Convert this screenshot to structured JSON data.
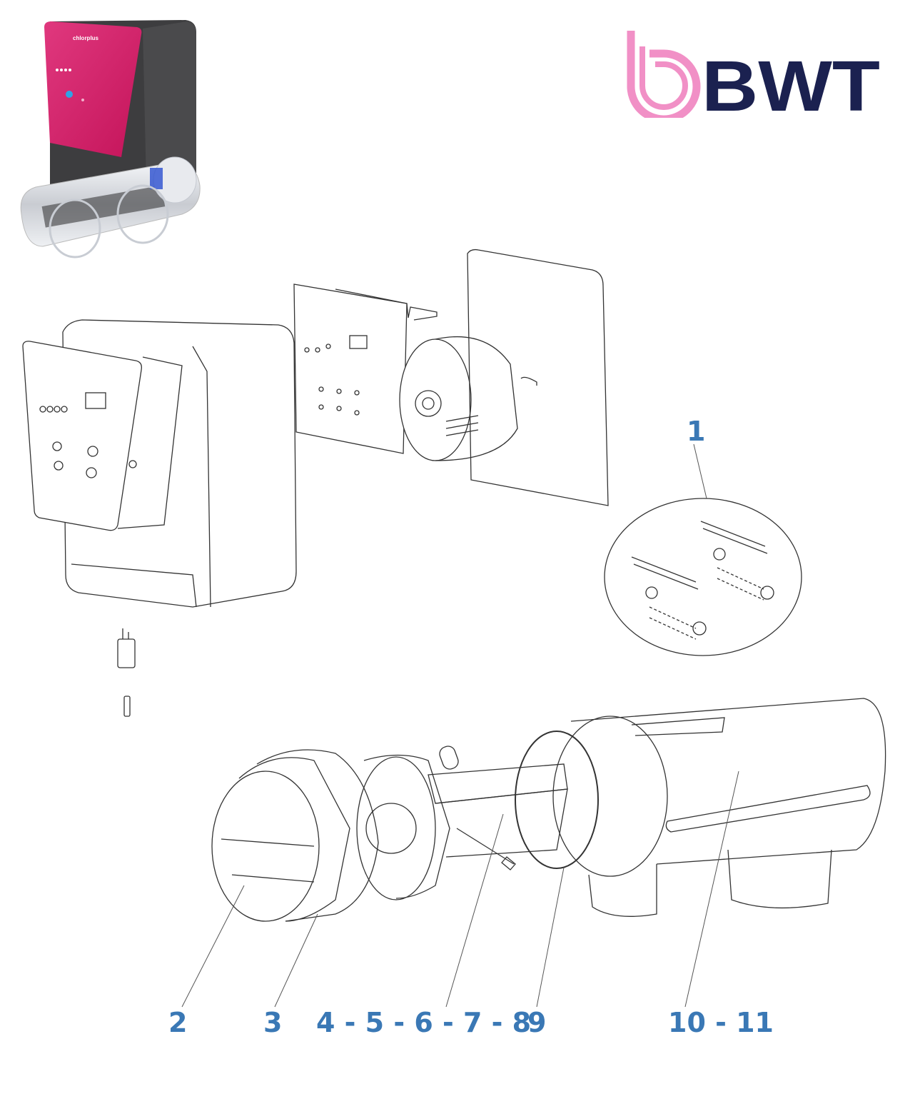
{
  "brand": {
    "logo_text": "BWT",
    "colors": {
      "navy": "#1b2150",
      "pink": "#f190c6"
    }
  },
  "product_photo": {
    "label": "chlorplus",
    "panel_color": "#d81b6a"
  },
  "callouts": {
    "label_color": "#3a78b5",
    "items": [
      "1",
      "2",
      "3",
      "4 - 5 - 6 - 7 - 8",
      "9",
      "10 - 11"
    ]
  }
}
